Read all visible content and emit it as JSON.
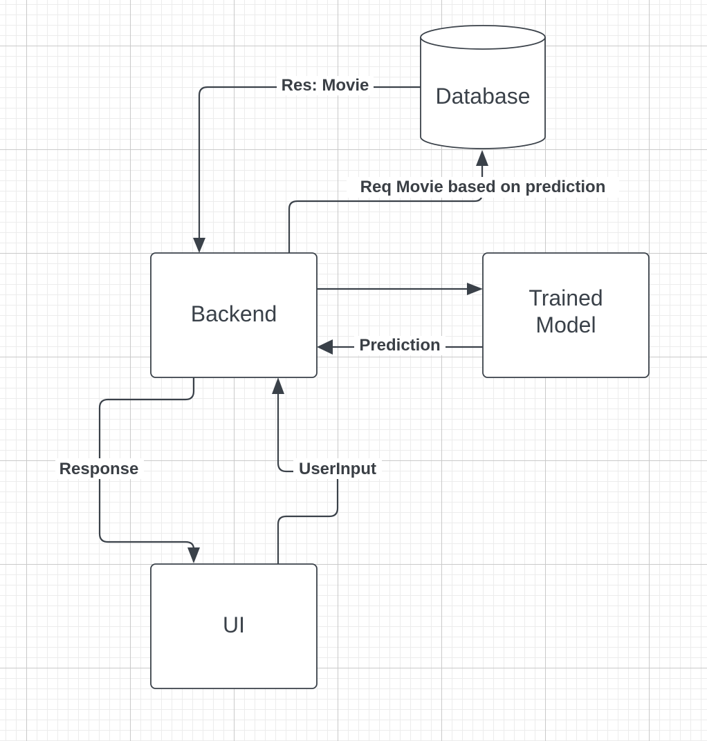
{
  "nodes": {
    "database": "Database",
    "backend": "Backend",
    "trained_model_line1": "Trained",
    "trained_model_line2": "Model",
    "ui": "UI"
  },
  "edges": {
    "res_movie": "Res: Movie",
    "req_movie": "Req Movie based on prediction",
    "prediction": "Prediction",
    "response": "Response",
    "user_input": "UserInput"
  },
  "colors": {
    "stroke": "#3a4149",
    "background": "#ffffff",
    "grid": "#c9c9c9"
  }
}
